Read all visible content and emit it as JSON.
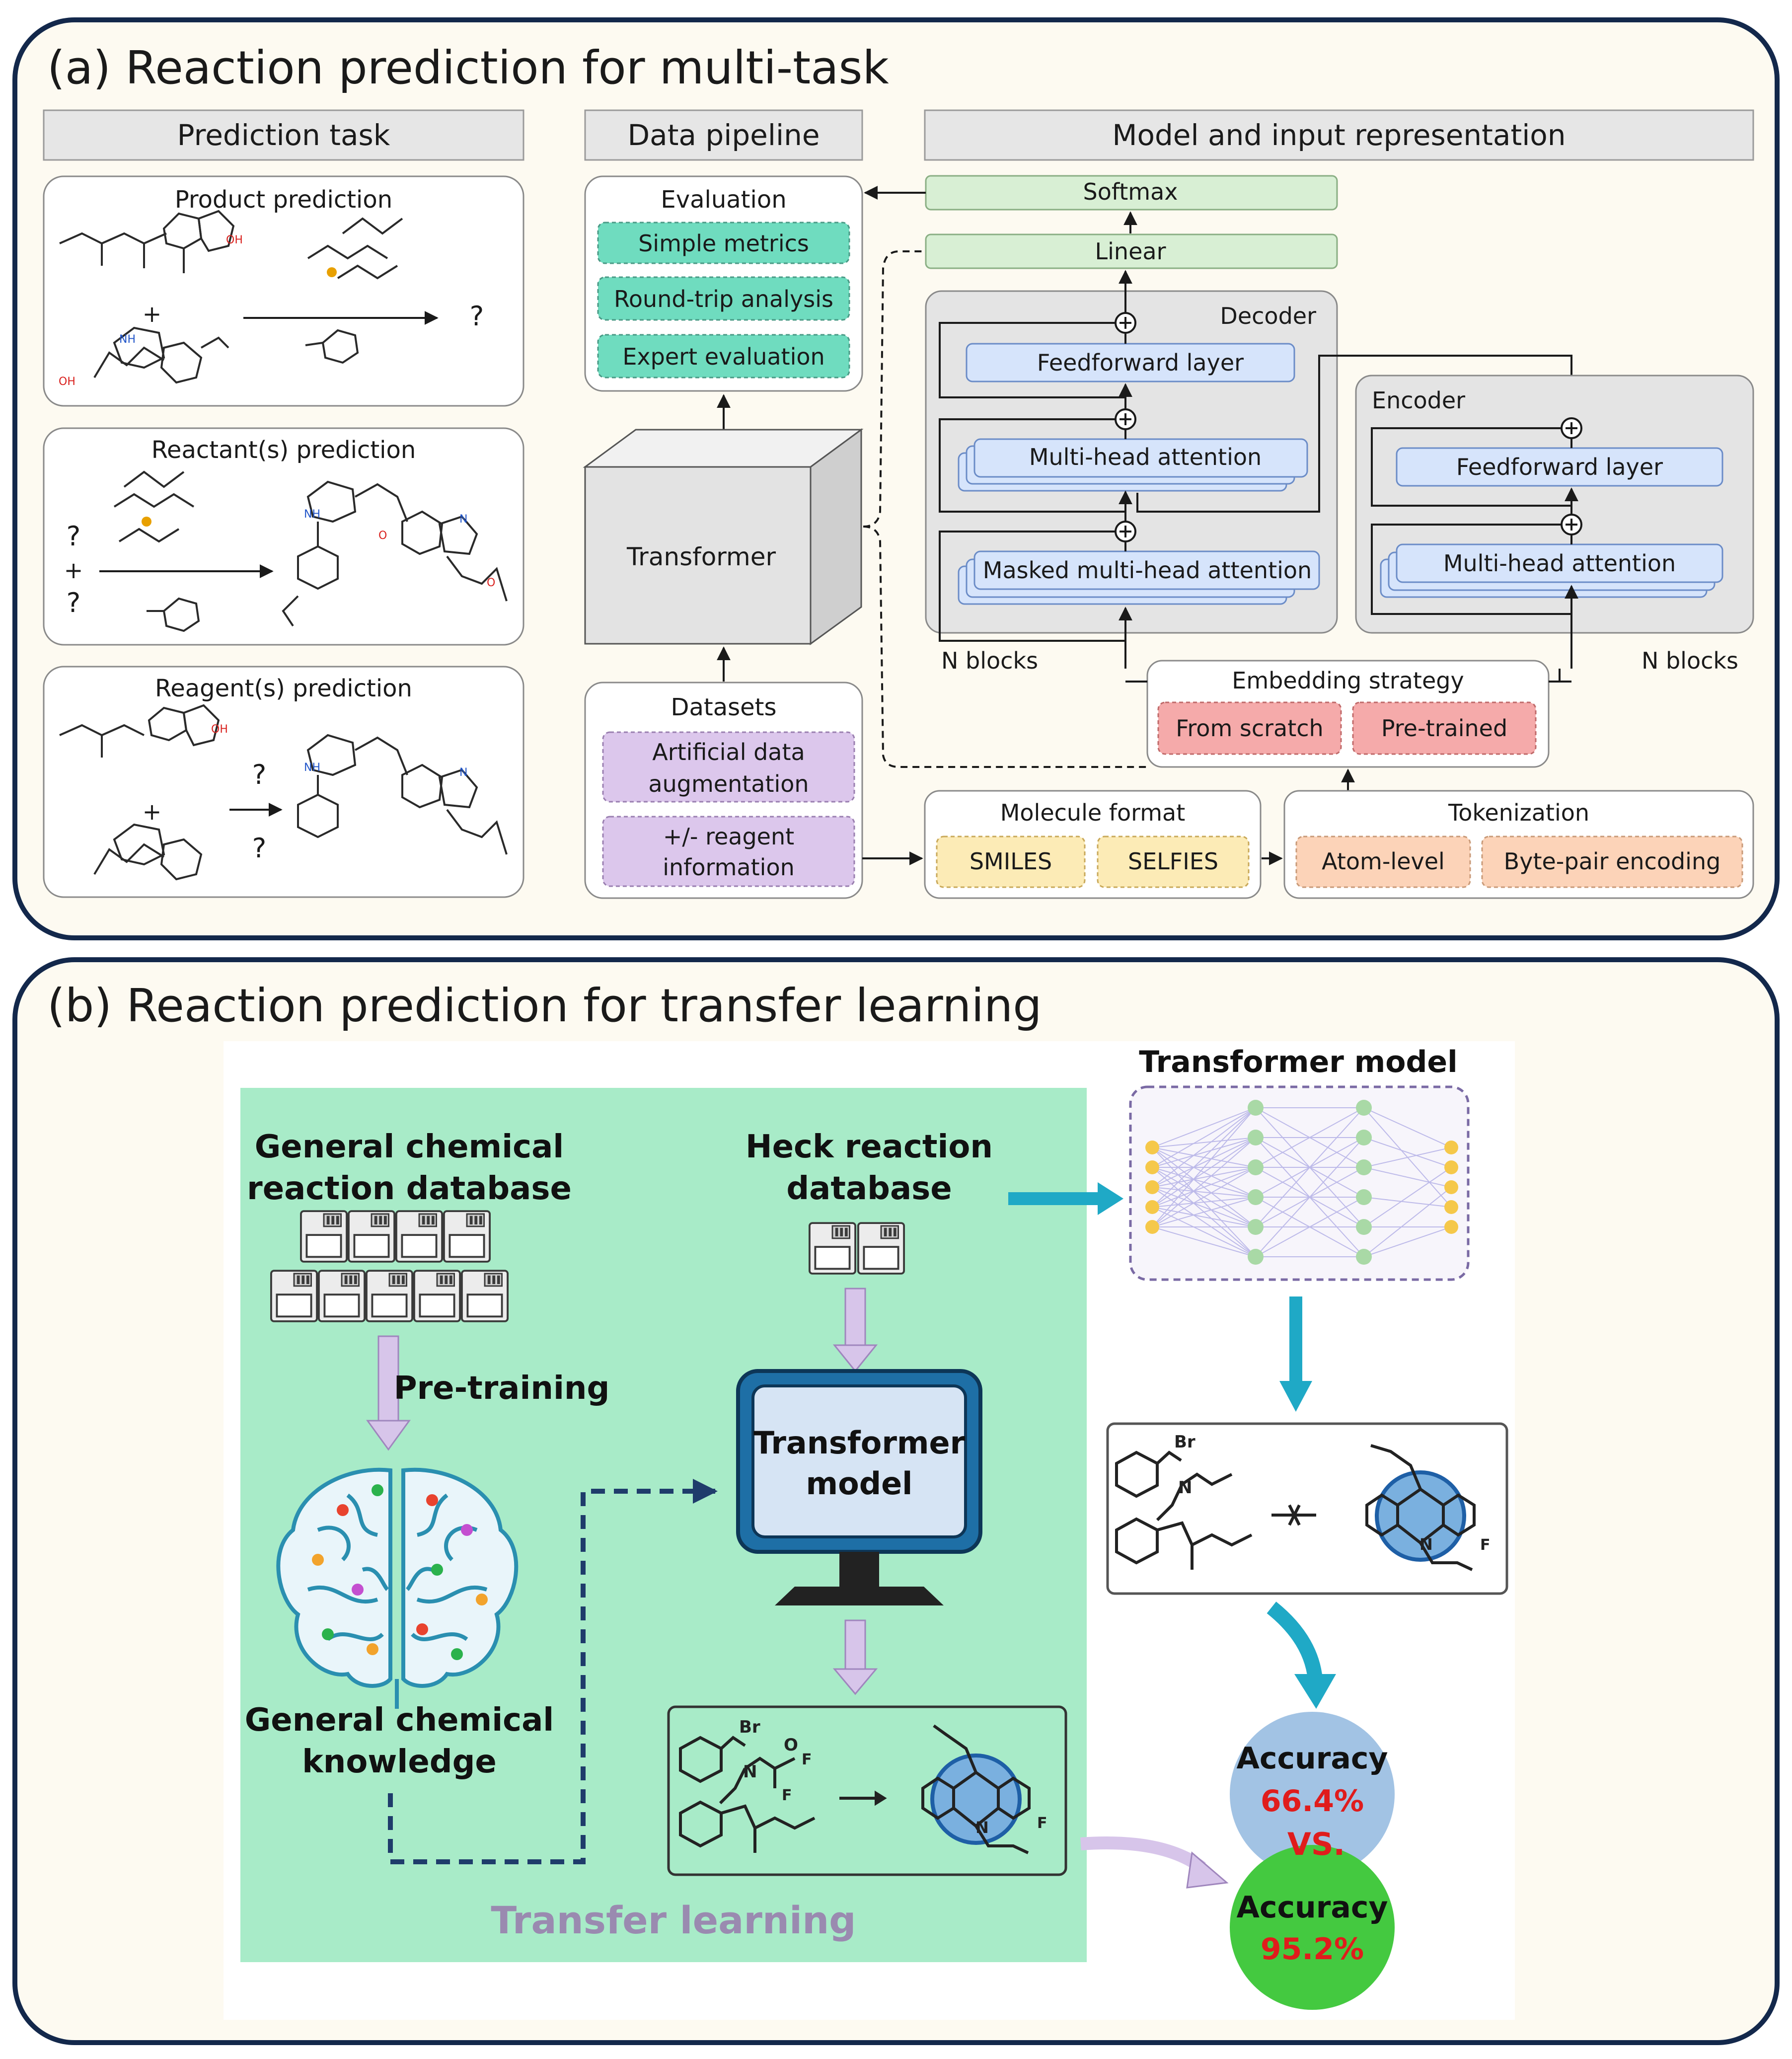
{
  "panel_a": {
    "title": "(a) Reaction prediction for multi-task",
    "headers": {
      "prediction_task": "Prediction task",
      "data_pipeline": "Data pipeline",
      "model": "Model and input representation"
    },
    "tasks": {
      "product": "Product prediction",
      "reactant": "Reactant(s) prediction",
      "reagent": "Reagent(s) prediction"
    },
    "symbols": {
      "question": "?",
      "plus": "+",
      "oh": "OH",
      "nh": "NH",
      "n": "N",
      "o": "O"
    },
    "evaluation": {
      "title": "Evaluation",
      "items": [
        "Simple metrics",
        "Round-trip analysis",
        "Expert evaluation"
      ]
    },
    "transformer_label": "Transformer",
    "datasets": {
      "title": "Datasets",
      "item1": [
        "Artificial data",
        "augmentation"
      ],
      "item2": [
        "+/- reagent",
        "information"
      ]
    },
    "model": {
      "softmax": "Softmax",
      "linear": "Linear",
      "decoder": "Decoder",
      "encoder": "Encoder",
      "feedforward": "Feedforward layer",
      "mha": "Multi-head attention",
      "masked_mha": "Masked multi-head attention",
      "n_blocks": "N blocks",
      "embedding": {
        "title": "Embedding strategy",
        "a": "From scratch",
        "b": "Pre-trained"
      },
      "molecule_format": {
        "title": "Molecule format",
        "a": "SMILES",
        "b": "SELFIES"
      },
      "tokenization": {
        "title": "Tokenization",
        "a": "Atom-level",
        "b": "Byte-pair encoding"
      }
    }
  },
  "panel_b": {
    "title": "(b) Reaction prediction for transfer learning",
    "general_db": [
      "General chemical",
      "reaction database"
    ],
    "heck_db": [
      "Heck reaction",
      "database"
    ],
    "pretraining": "Pre-training",
    "knowledge": [
      "General chemical",
      "knowledge"
    ],
    "monitor": [
      "Transformer",
      "model"
    ],
    "transfer": "Transfer learning",
    "transformer_model": "Transformer model",
    "accuracy_label": "Accuracy",
    "acc_low": "66.4%",
    "acc_high": "95.2%",
    "vs": "VS.",
    "atoms": {
      "br": "Br",
      "n": "N",
      "o": "O",
      "f": "F"
    }
  },
  "colors": {
    "panel_border": "#13284b",
    "panel_bg": "#fdfaf1",
    "header_fill": "#e6e6e6",
    "evaluation_teal": "#6fdcbf",
    "dataset_purple": "#dcc7ec",
    "softmax_green": "#d8efd4",
    "layer_blue": "#d6e4fb",
    "embedding_red": "#f5aaaa",
    "format_yellow": "#fcebb6",
    "token_orange": "#fcd3b8",
    "transfer_green": "#a8ebc8",
    "accuracy_blue": "#a2c3e4",
    "accuracy_green": "#44c940",
    "accuracy_red": "#e01c1c",
    "arrow_teal": "#1fa9c6",
    "arrow_lilac": "#d7c5ea"
  }
}
